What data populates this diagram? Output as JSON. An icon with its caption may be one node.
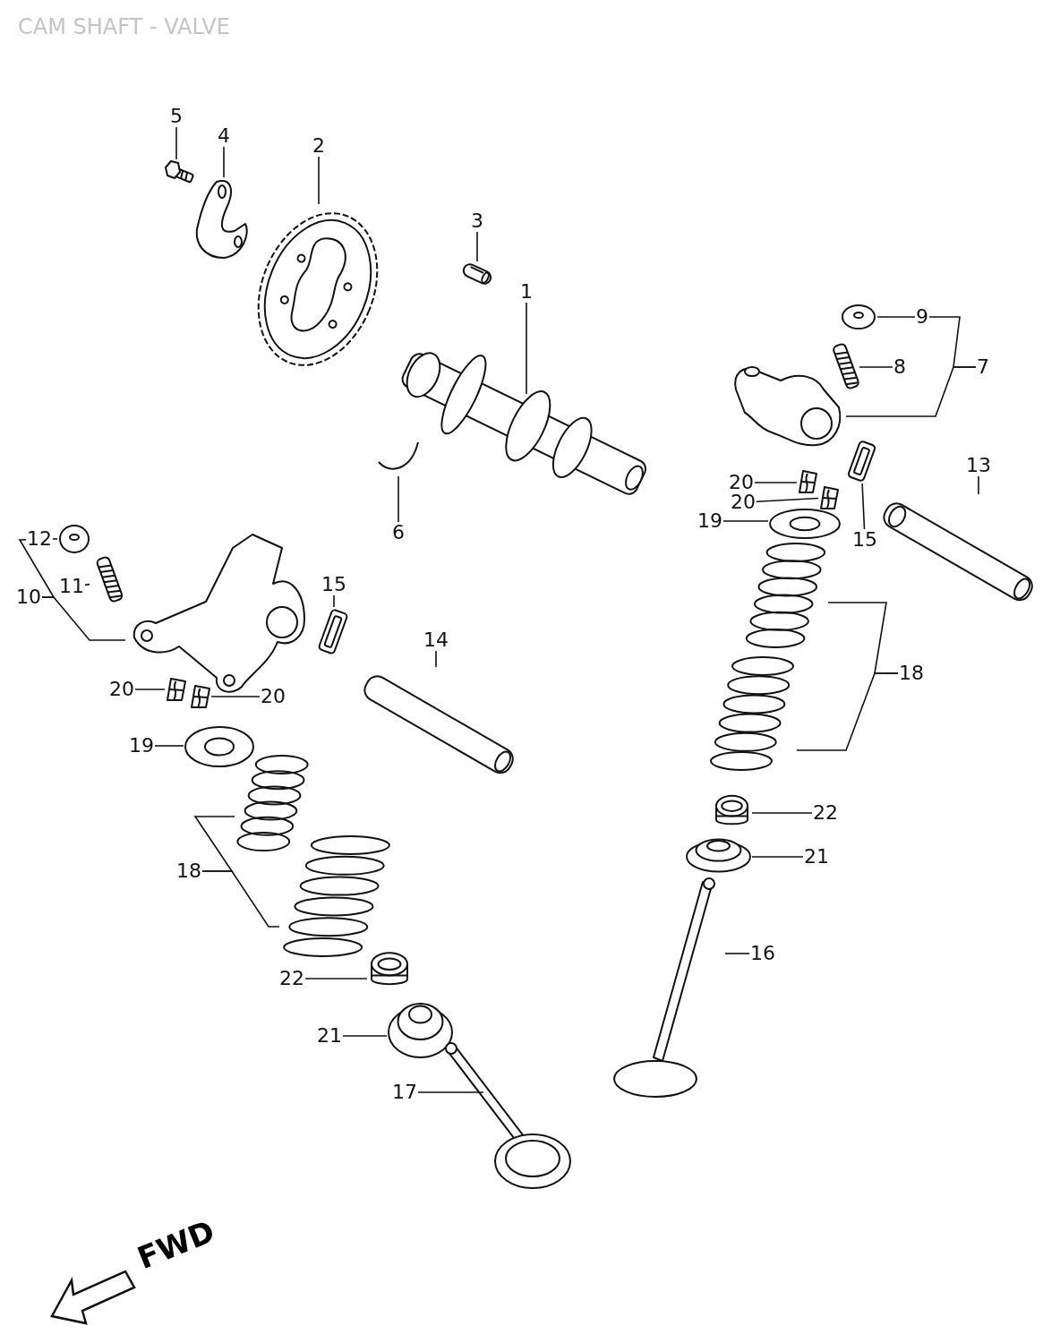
{
  "diagram": {
    "title": "CAM SHAFT - VALVE",
    "nodes": [
      {
        "text": [
          "5"
        ]
      },
      {
        "text": [],
        "shape": "picture"
      },
      {
        "text": [
          "4"
        ]
      },
      {
        "text": [],
        "shape": "picture"
      },
      {
        "text": [
          "2"
        ]
      },
      {
        "text": [],
        "shape": "picture"
      },
      {
        "text": [
          "3"
        ]
      },
      {
        "text": [],
        "shape": "picture"
      },
      {
        "text": [
          "1"
        ]
      },
      {
        "text": [],
        "shape": "picture"
      },
      {
        "text": [
          "9"
        ]
      },
      {
        "text": [],
        "shape": "picture"
      },
      {
        "text": [
          "7"
        ]
      },
      {
        "text": [],
        "shape": "picture"
      },
      {
        "text": [
          "8"
        ]
      },
      {
        "text": [],
        "shape": "picture"
      },
      {
        "text": [
          "13"
        ]
      },
      {
        "text": [],
        "shape": "picture"
      },
      {
        "text": [
          "20"
        ]
      },
      {
        "text": [],
        "shape": "picture"
      },
      {
        "text": [
          "20"
        ]
      },
      {
        "text": [],
        "shape": "picture"
      },
      {
        "text": [
          "19"
        ]
      },
      {
        "text": [],
        "shape": "picture"
      },
      {
        "text": [
          "15"
        ]
      },
      {
        "text": [],
        "shape": "picture"
      },
      {
        "text": [
          "6"
        ]
      },
      {
        "text": [],
        "shape": "picture"
      },
      {
        "text": [
          "12"
        ]
      },
      {
        "text": [],
        "shape": "picture"
      },
      {
        "text": [
          "10"
        ]
      },
      {
        "text": [],
        "shape": "picture"
      },
      {
        "text": [
          "11"
        ]
      },
      {
        "text": [],
        "shape": "picture"
      },
      {
        "text": [
          "15"
        ]
      },
      {
        "text": [],
        "shape": "picture"
      },
      {
        "text": [
          "14"
        ]
      },
      {
        "text": [],
        "shape": "picture"
      },
      {
        "text": [
          "18"
        ]
      },
      {
        "text": [],
        "shape": "picture"
      },
      {
        "text": [],
        "shape": "picture"
      },
      {
        "text": [
          "20"
        ]
      },
      {
        "text": [],
        "shape": "picture"
      },
      {
        "text": [
          "20"
        ]
      },
      {
        "text": [],
        "shape": "picture"
      },
      {
        "text": [
          "19"
        ]
      },
      {
        "text": [],
        "shape": "picture"
      },
      {
        "text": [
          "22"
        ]
      },
      {
        "text": [],
        "shape": "picture"
      },
      {
        "text": [
          "21"
        ]
      },
      {
        "text": [],
        "shape": "picture"
      },
      {
        "text": [
          "18"
        ]
      },
      {
        "text": [],
        "shape": "picture"
      },
      {
        "text": [],
        "shape": "picture"
      },
      {
        "text": [
          "16"
        ]
      },
      {
        "text": [],
        "shape": "picture"
      },
      {
        "text": [
          "22"
        ]
      },
      {
        "text": [],
        "shape": "picture"
      },
      {
        "text": [
          "21"
        ]
      },
      {
        "text": [],
        "shape": "picture"
      },
      {
        "text": [
          "17"
        ]
      },
      {
        "text": [],
        "shape": "picture"
      }
    ],
    "edges": [
      {
        "from": 0,
        "to": 1,
        "arrow": "none"
      },
      {
        "from": 2,
        "to": 3,
        "arrow": "none"
      },
      {
        "from": 4,
        "to": 5,
        "arrow": "none"
      },
      {
        "from": 6,
        "to": 7,
        "arrow": "none"
      },
      {
        "from": 8,
        "to": 9,
        "arrow": "none"
      },
      {
        "from": 10,
        "to": 11,
        "arrow": "none"
      },
      {
        "from": 12,
        "to": 13,
        "arrow": "none"
      },
      {
        "from": 14,
        "to": 15,
        "arrow": "none"
      },
      {
        "from": 16,
        "to": 17,
        "arrow": "none"
      },
      {
        "from": 18,
        "to": 19,
        "arrow": "none"
      },
      {
        "from": 20,
        "to": 21,
        "arrow": "none"
      },
      {
        "from": 22,
        "to": 23,
        "arrow": "none"
      },
      {
        "from": 24,
        "to": 25,
        "arrow": "none"
      },
      {
        "from": 26,
        "to": 27,
        "arrow": "none"
      },
      {
        "from": 28,
        "to": 29,
        "arrow": "none"
      },
      {
        "from": 30,
        "to": 31,
        "arrow": "none"
      },
      {
        "from": 32,
        "to": 33,
        "arrow": "none"
      },
      {
        "from": 34,
        "to": 35,
        "arrow": "none"
      },
      {
        "from": 36,
        "to": 37,
        "arrow": "none"
      },
      {
        "from": 38,
        "to": 39,
        "arrow": "none"
      },
      {
        "from": 38,
        "to": 40,
        "arrow": "none"
      },
      {
        "from": 41,
        "to": 42,
        "arrow": "none"
      },
      {
        "from": 43,
        "to": 44,
        "arrow": "none"
      },
      {
        "from": 45,
        "to": 46,
        "arrow": "none"
      },
      {
        "from": 47,
        "to": 48,
        "arrow": "none"
      },
      {
        "from": 49,
        "to": 50,
        "arrow": "none"
      },
      {
        "from": 51,
        "to": 52,
        "arrow": "none"
      },
      {
        "from": 51,
        "to": 53,
        "arrow": "none"
      },
      {
        "from": 54,
        "to": 55,
        "arrow": "none"
      },
      {
        "from": 56,
        "to": 57,
        "arrow": "none"
      },
      {
        "from": 58,
        "to": 59,
        "arrow": "none"
      },
      {
        "from": 60,
        "to": 61,
        "arrow": "none"
      },
      {
        "from": 12,
        "to": 10,
        "arrow": "none"
      },
      {
        "from": 30,
        "to": 28,
        "arrow": "none"
      }
    ],
    "labels": [
      "FWD"
    ]
  }
}
